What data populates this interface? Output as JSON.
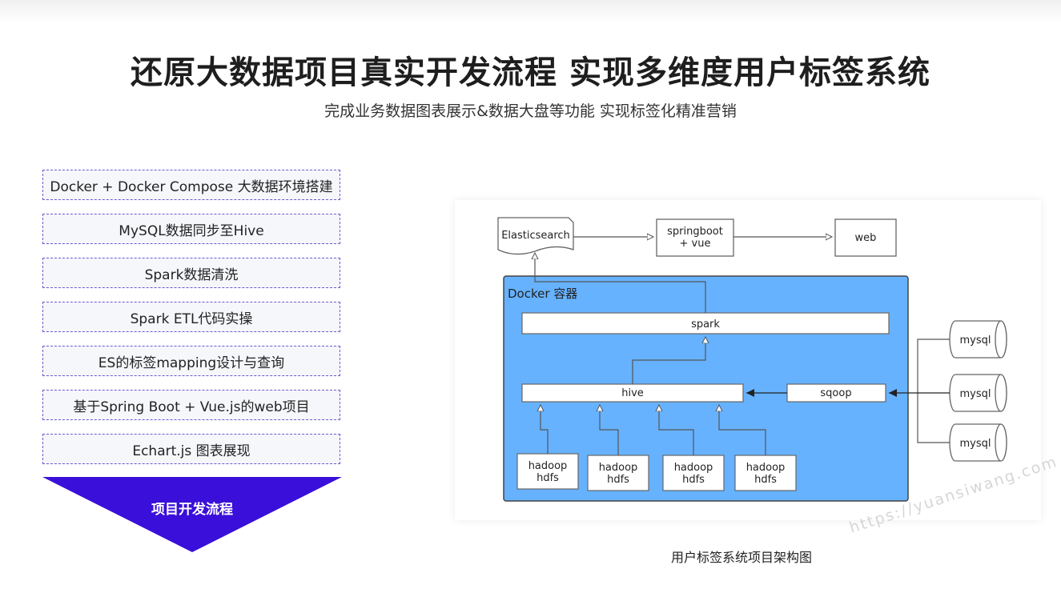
{
  "header": {
    "title": "还原大数据项目真实开发流程 实现多维度用户标签系统",
    "subtitle": "完成业务数据图表展示&数据大盘等功能 实现标签化精准营销"
  },
  "steps": [
    "Docker + Docker Compose 大数据环境搭建",
    "MySQL数据同步至Hive",
    "Spark数据清洗",
    "Spark ETL代码实操",
    "ES的标签mapping设计与查询",
    "基于Spring Boot + Vue.js的web项目",
    "Echart.js 图表展现"
  ],
  "funnel": {
    "label": "项目开发流程",
    "color": "#3a0fd9"
  },
  "diagram": {
    "elasticsearch": "Elasticsearch",
    "springboot_line1": "springboot",
    "springboot_line2": "+ vue",
    "web": "web",
    "container_label": "Docker 容器",
    "spark": "spark",
    "hive": "hive",
    "sqoop": "sqoop",
    "mysql": [
      "mysql",
      "mysql",
      "mysql"
    ],
    "hadoop_line1": "hadoop",
    "hadoop_line2": "hdfs",
    "container_color": "#66b2ff"
  },
  "caption": "用户标签系统项目架构图",
  "watermark": "https://yuansiwang.com"
}
